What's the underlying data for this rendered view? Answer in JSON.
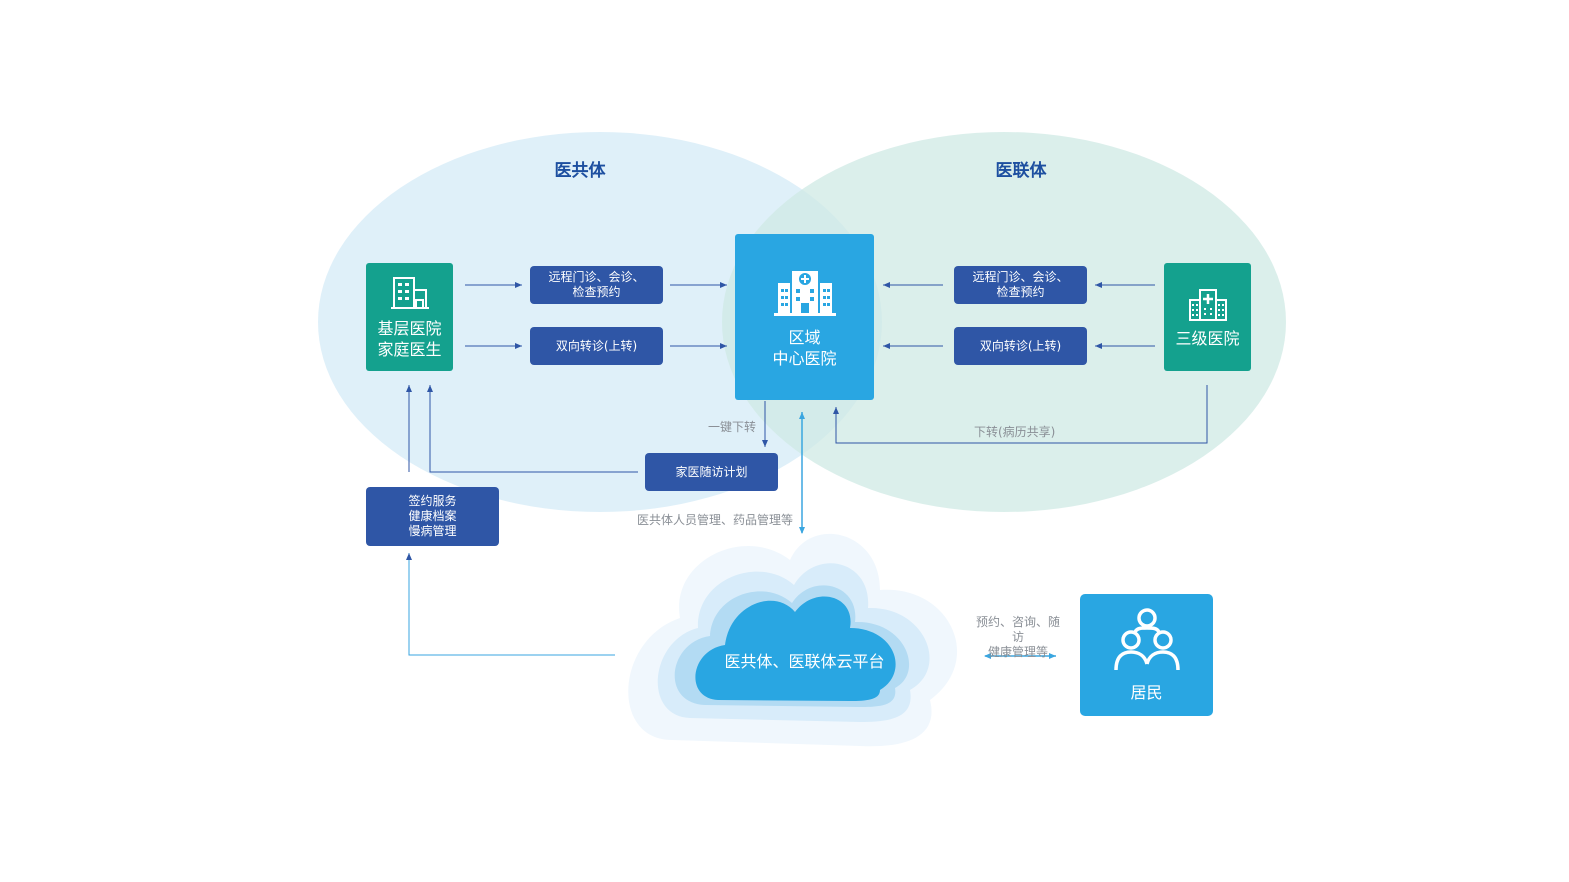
{
  "diagram": {
    "left_group_title": "医共体",
    "right_group_title": "医联体",
    "primary_hospital": {
      "line1": "基层医院",
      "line2": "家庭医生"
    },
    "tertiary_hospital": {
      "label": "三级医院"
    },
    "central_hospital": {
      "line1": "区域",
      "line2": "中心医院"
    },
    "left_services": {
      "remote": {
        "line1": "远程门诊、会诊、",
        "line2": "检查预约"
      },
      "referral": "双向转诊(上转)"
    },
    "right_services": {
      "remote": {
        "line1": "远程门诊、会诊、",
        "line2": "检查预约"
      },
      "referral": "双向转诊(上转)"
    },
    "one_click_down": "一键下转",
    "down_share": "下转(病历共享)",
    "family_followup": "家医随访计划",
    "sign_services": {
      "line1": "签约服务",
      "line2": "健康档案",
      "line3": "慢病管理"
    },
    "management_note": "医共体人员管理、药品管理等",
    "cloud_platform": "医共体、医联体云平台",
    "resident_services": {
      "line1": "预约、咨询、随访",
      "line2": "健康管理等"
    },
    "resident": "居民"
  },
  "colors": {
    "navy": "#2f56a6",
    "teal": "#14a18e",
    "blue": "#29a6e2",
    "ellipse_left": "#d9edf8",
    "ellipse_right": "#d4ede9",
    "arrow": "#2f56a6",
    "light_arrow": "#3aa6e0"
  },
  "icons": [
    "building-icon",
    "hospital-icon",
    "clinic-icon",
    "people-icon",
    "cloud-icon"
  ]
}
